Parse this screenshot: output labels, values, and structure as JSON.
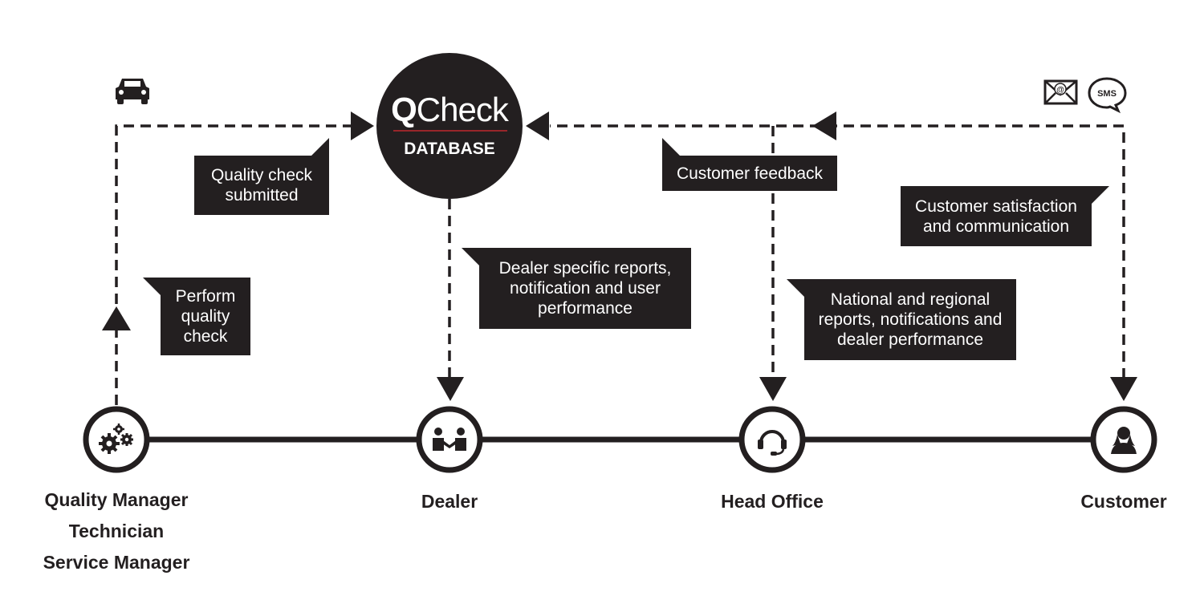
{
  "database": {
    "title_q": "Q",
    "title_rest": "Check",
    "subtitle": "DATABASE"
  },
  "nodes": [
    {
      "id": "quality-manager",
      "lines": [
        "Quality Manager",
        "Technician",
        "Service Manager"
      ],
      "icon": "gears-icon"
    },
    {
      "id": "dealer",
      "lines": [
        "Dealer"
      ],
      "icon": "handshake-icon"
    },
    {
      "id": "head-office",
      "lines": [
        "Head Office"
      ],
      "icon": "headset-icon"
    },
    {
      "id": "customer",
      "lines": [
        "Customer"
      ],
      "icon": "customer-avatar-icon"
    }
  ],
  "callouts": {
    "perform": [
      "Perform",
      "quality",
      "check"
    ],
    "submitted": [
      "Quality check",
      "submitted"
    ],
    "dealer_reports": [
      "Dealer specific reports,",
      "notification and user",
      "performance"
    ],
    "feedback": [
      "Customer feedback"
    ],
    "satisfaction": [
      "Customer satisfaction",
      "and communication"
    ],
    "national": [
      "National and regional",
      "reports, notifications and",
      "dealer performance"
    ]
  },
  "icons": {
    "car": "car-icon",
    "email": "email-icon",
    "sms_label": "SMS"
  },
  "colors": {
    "dark": "#231f20",
    "accent_line": "#c0282d"
  }
}
